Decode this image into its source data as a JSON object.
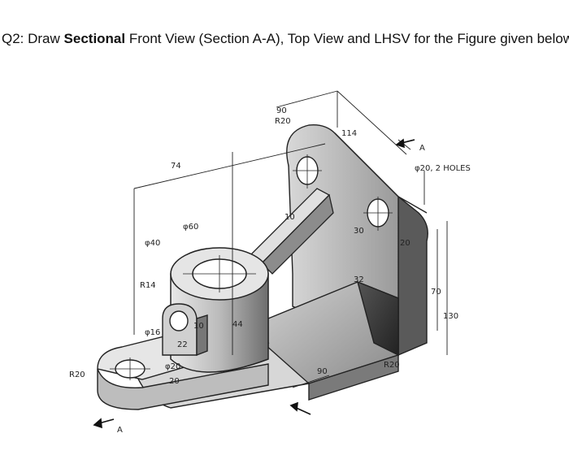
{
  "question": {
    "prefix": "Q2: Draw ",
    "bold": "Sectional",
    "suffix": " Front View (Section A-A), Top View and LHSV for the Figure given below."
  },
  "dimensions": {
    "d90": "90",
    "r20_top": "R20",
    "d114": "114",
    "d74": "74",
    "phi20_holes": "φ20, 2 HOLES",
    "phi60": "φ60",
    "phi40": "φ40",
    "d10": "10",
    "d30": "30",
    "d20_side": "20",
    "r14": "R14",
    "d32": "32",
    "d70": "70",
    "d130": "130",
    "phi16": "φ16",
    "d22": "22",
    "d10b": "10",
    "d44": "44",
    "r20_left": "R20",
    "phi20": "φ20",
    "d20_base": "20",
    "d90_base": "90",
    "r20_right": "R20",
    "a_top": "A",
    "a_bottom": "A"
  }
}
